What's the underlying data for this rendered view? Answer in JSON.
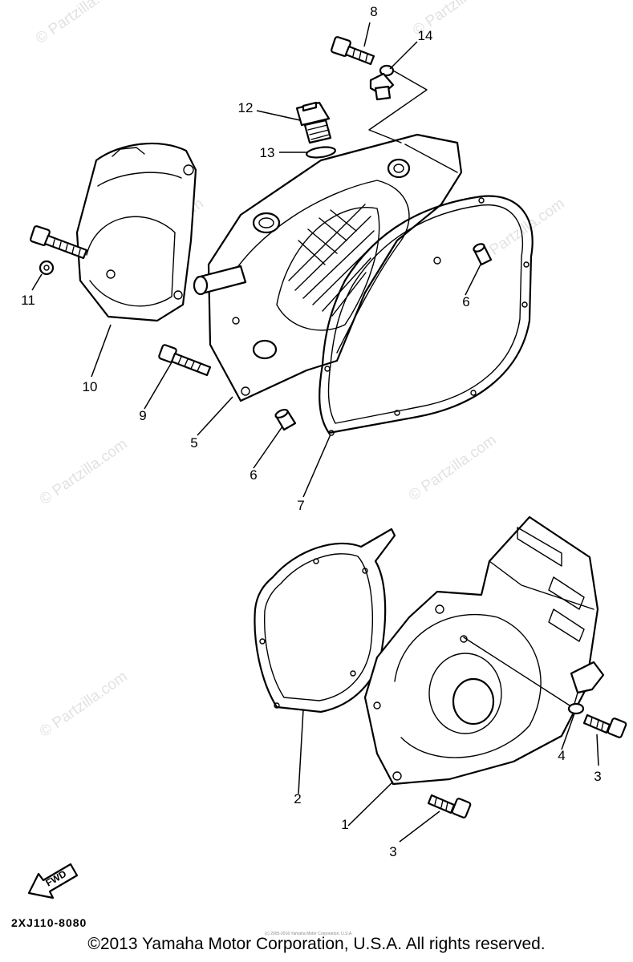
{
  "watermark": "© Partzilla.com",
  "callouts": {
    "c1": "1",
    "c2": "2",
    "c3a": "3",
    "c3b": "3",
    "c4": "4",
    "c5": "5",
    "c6a": "6",
    "c6b": "6",
    "c7": "7",
    "c8": "8",
    "c9": "9",
    "c10": "10",
    "c11": "11",
    "c12": "12",
    "c13": "13",
    "c14": "14"
  },
  "fwd_label": "FWD",
  "drawing_code": "2XJ110-8080",
  "copyright": "©2013 Yamaha Motor Corporation, U.S.A. All rights reserved.",
  "tiny_notice": "(c) 2005-2016 Yamaha Motor Corporation, U.S.A.",
  "colors": {
    "line": "#000000",
    "background": "#ffffff",
    "watermark": "#e2e2e2"
  }
}
